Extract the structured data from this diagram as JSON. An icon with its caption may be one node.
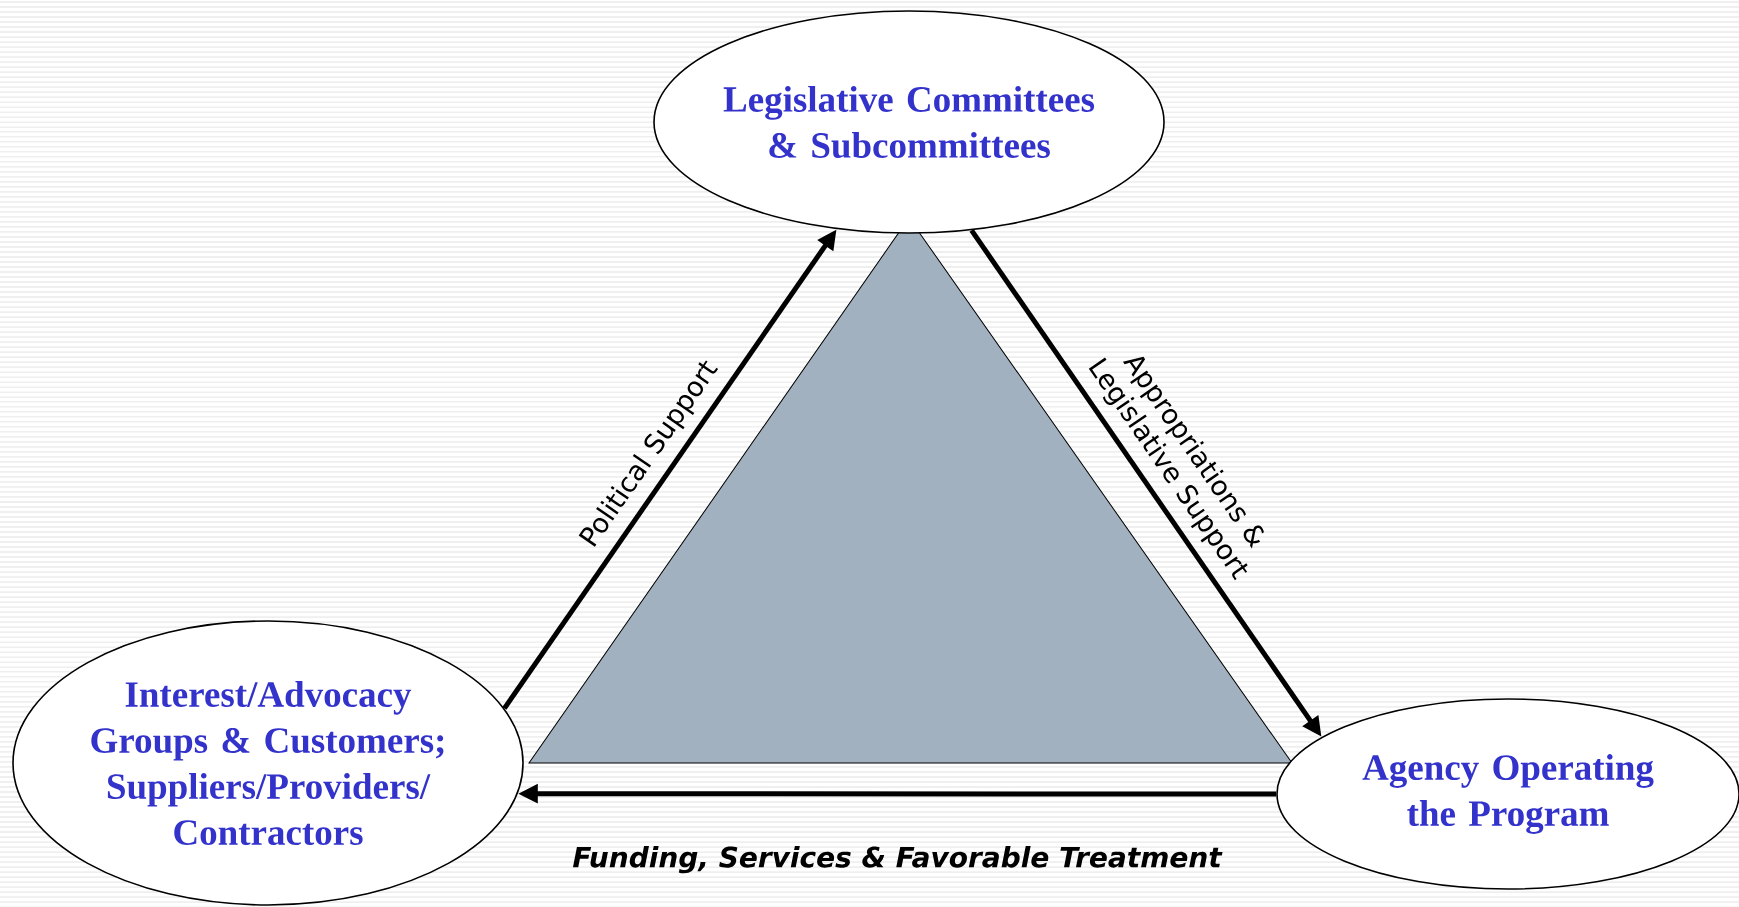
{
  "diagram": {
    "nodes": [
      {
        "text": [
          "Legislative Committees & Subcommittees"
        ]
      },
      {
        "text": [
          "Interest/Advocacy Groups & Customers; Suppliers/Providers/ Contractors"
        ]
      },
      {
        "text": [
          "Agency Operating the Program"
        ]
      }
    ],
    "edges": [
      {
        "from": 1,
        "to": 0,
        "arrow": "to",
        "label": "Political Support"
      },
      {
        "from": 0,
        "to": 2,
        "arrow": "to",
        "label": "Appropriations & Legislative Support"
      },
      {
        "from": 2,
        "to": 1,
        "arrow": "to",
        "label": "Funding, Services & Favorable Treatment"
      }
    ]
  }
}
